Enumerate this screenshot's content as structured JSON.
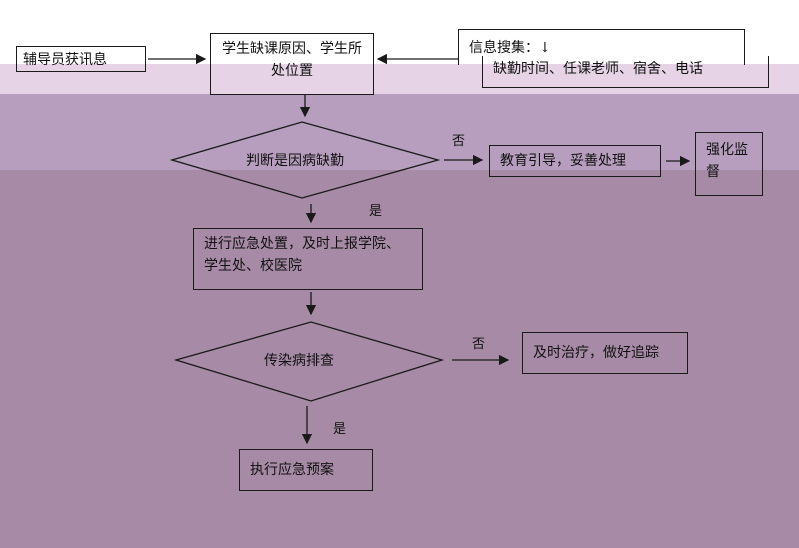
{
  "nodes": {
    "counselor": "辅导员获讯息",
    "reason": "学生缺课原因、学生所处位置",
    "info": "信息搜集：↓",
    "info_detail": "缺勤时间、任课老师、宿舍、电话",
    "decision_sick": "判断是因病缺勤",
    "educate": "教育引导，妥善处理",
    "strengthen": "强化监督",
    "emergency": "进行应急处置，及时上报学院、学生处、校医院",
    "decision_infectious": "传染病排查",
    "treat": "及时治疗，做好追踪",
    "plan": "执行应急预案"
  },
  "labels": {
    "no_1": "否",
    "yes_1": "是",
    "no_2": "否",
    "yes_2": "是"
  },
  "colors": {
    "band_top": "#ffffff",
    "band_light": "#e6d3e5",
    "band_mid": "#b79ebe",
    "band_dark": "#a78aa6"
  }
}
